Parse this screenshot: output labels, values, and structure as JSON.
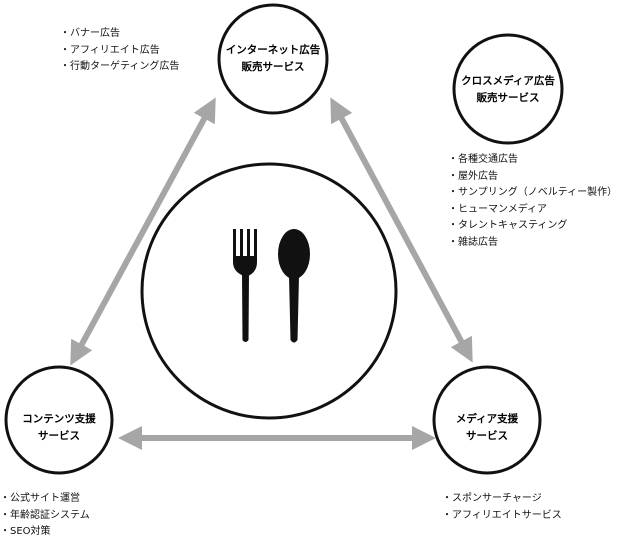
{
  "nodes": {
    "internet": {
      "line1": "インターネット広告",
      "line2": "販売サービス"
    },
    "cross": {
      "line1": "クロスメディア広告",
      "line2": "販売サービス"
    },
    "content": {
      "line1": "コンテンツ支援",
      "line2": "サービス"
    },
    "media": {
      "line1": "メディア支援",
      "line2": "サービス"
    }
  },
  "lists": {
    "internet": [
      "バナー広告",
      "アフィリエイト広告",
      "行動ターゲティング広告"
    ],
    "cross": [
      "各種交通広告",
      "屋外広告",
      "サンプリング（ノベルティー製作）",
      "ヒューマンメディア",
      "タレントキャスティング",
      "雑誌広告"
    ],
    "content": [
      "公式サイト運営",
      "年齢認証システム",
      "SEO対策"
    ],
    "media": [
      "スポンサーチャージ",
      "アフィリエイトサービス"
    ]
  },
  "center": {
    "icon": "fork-and-spoon-icon"
  },
  "colors": {
    "arrow": "#a6a6a6",
    "stroke": "#111111",
    "icon": "#111111"
  }
}
